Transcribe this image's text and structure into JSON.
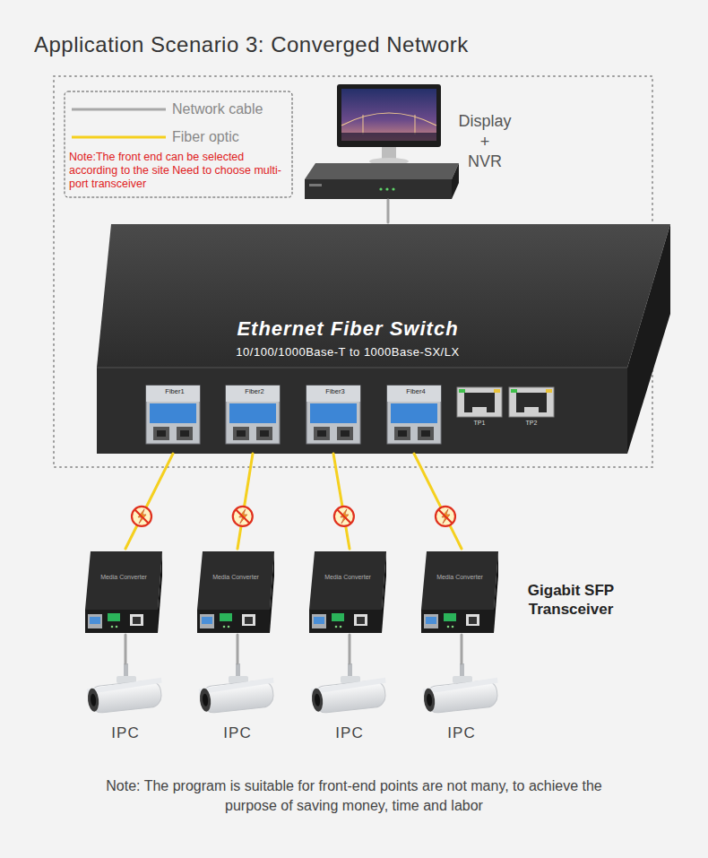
{
  "diagram": {
    "title": "Application Scenario 3: Converged Network",
    "caption": "Note: The program is suitable for front-end points are not many, to achieve the purpose of saving money, time and labor",
    "nodes": [
      {
        "text": [
          "Display + NVR"
        ]
      },
      {
        "text": [
          "Ethernet Fiber Switch",
          "10/100/1000Base-T to 1000Base-SX/LX"
        ]
      },
      {
        "text": [
          "Media Converter"
        ]
      },
      {
        "text": [
          "Media Converter"
        ]
      },
      {
        "text": [
          "Media Converter"
        ]
      },
      {
        "text": [
          "Media Converter"
        ]
      },
      {
        "text": [
          "IPC"
        ]
      },
      {
        "text": [
          "IPC"
        ]
      },
      {
        "text": [
          "IPC"
        ]
      },
      {
        "text": [
          "IPC"
        ]
      }
    ],
    "edges": [
      {
        "from": 0,
        "to": 1,
        "arrow": "none"
      },
      {
        "from": 1,
        "to": 2,
        "arrow": "none"
      },
      {
        "from": 1,
        "to": 3,
        "arrow": "none"
      },
      {
        "from": 1,
        "to": 4,
        "arrow": "none"
      },
      {
        "from": 1,
        "to": 5,
        "arrow": "none"
      },
      {
        "from": 2,
        "to": 6,
        "arrow": "none"
      },
      {
        "from": 3,
        "to": 7,
        "arrow": "none"
      },
      {
        "from": 4,
        "to": 8,
        "arrow": "none"
      },
      {
        "from": 5,
        "to": 9,
        "arrow": "none"
      }
    ],
    "labels": [
      "Note:The front end can be selected according to the site Need to choose multi-port transceiver",
      "Fiber1",
      "Fiber2",
      "Fiber3",
      "Fiber4",
      "TP1",
      "TP2",
      "Gigabit SFP Transceiver"
    ],
    "legend": [
      {
        "text": "Network cable"
      },
      {
        "text": "Fiber optic"
      }
    ]
  }
}
